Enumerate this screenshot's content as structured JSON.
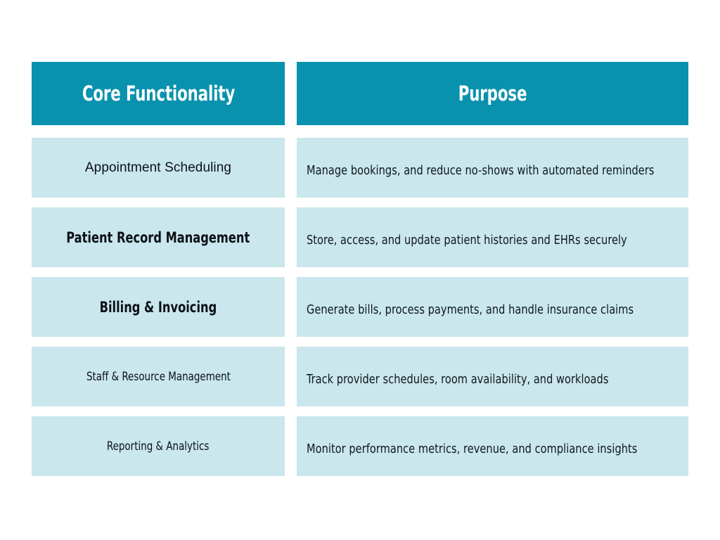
{
  "palette": {
    "page_background": "#ffffff",
    "header_fill": "#0992ae",
    "header_text": "#ffffff",
    "cell_fill": "#c9e7ec",
    "cell_text": "#0d1117"
  },
  "table": {
    "columns": [
      {
        "key": "functionality",
        "label": "Core Functionality"
      },
      {
        "key": "purpose",
        "label": "Purpose"
      }
    ],
    "rows": [
      {
        "functionality": "Appointment Scheduling",
        "purpose": "Manage bookings, and reduce no-shows with automated reminders"
      },
      {
        "functionality": "Patient Record Management",
        "purpose": "Store, access, and update patient histories and EHRs securely"
      },
      {
        "functionality": "Billing & Invoicing",
        "purpose": "Generate bills, process payments, and handle insurance claims"
      },
      {
        "functionality": "Staff & Resource Management",
        "purpose": "Track provider schedules, room availability, and workloads"
      },
      {
        "functionality": "Reporting & Analytics",
        "purpose": "Monitor performance metrics, revenue, and compliance insights"
      }
    ]
  }
}
